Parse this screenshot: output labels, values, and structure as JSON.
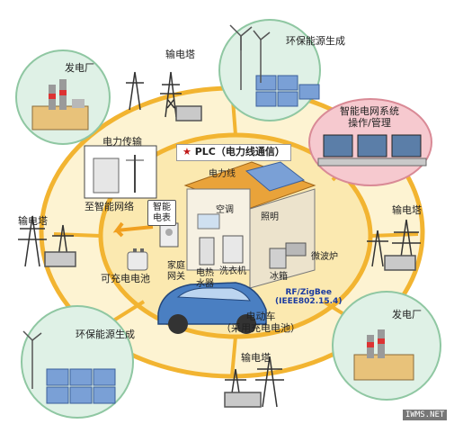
{
  "diagram": {
    "colors": {
      "ring": "#f2b431",
      "ring_fill": "#fbe9b0",
      "bubble_fill": "#dff1e6",
      "bubble_edge": "#8fc7a2",
      "house_wall": "#f6f1e3",
      "roof": "#e9a33a",
      "car": "#4a7fc2",
      "smart_grid_bubble": "#f6c9cf"
    },
    "labels": {
      "power_plant_top": "发电厂",
      "tower_top": "输电塔",
      "eco_top": "环保能源生成",
      "smart_grid_system": "智能电网系统",
      "smart_grid_ops": "操作/管理",
      "power_transmission": "电力传输",
      "to_smart_grid": "至智能网络",
      "smart_meter": "智能\n电表",
      "plc": "PLC（电力线通信）",
      "power_line": "电力线",
      "air_conditioner": "空调",
      "lighting": "照明",
      "tower_left": "输电塔",
      "tower_right": "输电塔",
      "rechargeable_battery": "可充电电池",
      "home_gateway": "家庭\n网关",
      "electric_water_heater": "电热\n水器",
      "washing_machine": "洗衣机",
      "refrigerator": "冰箱",
      "microwave": "微波炉",
      "rf_zigbee": "RF/ZigBee\n(IEEE802.15.4)",
      "ev": "电动车\n（采用充电电池）",
      "eco_bottom": "环保能源生成",
      "power_plant_bottom": "发电厂",
      "tower_bottom": "输电塔",
      "watermark": "IWMS.NET"
    }
  }
}
